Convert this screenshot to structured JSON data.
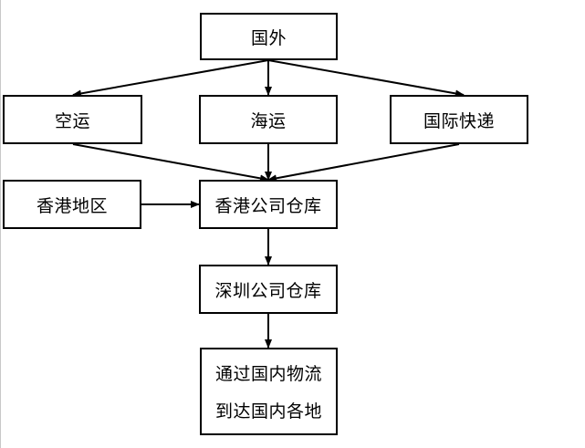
{
  "flow": {
    "top": "国外",
    "routes": {
      "air": "空运",
      "sea": "海运",
      "express": "国际快递"
    },
    "hk_region": "香港地区",
    "hk_warehouse": "香港公司仓库",
    "sz_warehouse": "深圳公司仓库",
    "final": {
      "line1": "通过国内物流",
      "line2": "到达国内各地"
    }
  },
  "colors": {
    "stroke": "#000000",
    "background": "#ffffff"
  }
}
